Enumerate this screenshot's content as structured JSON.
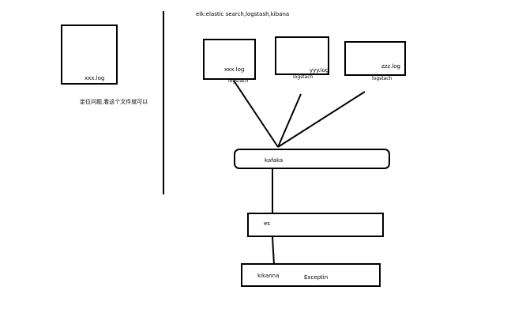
{
  "left_panel": {
    "file_label": "xxx.log",
    "note": "定位问题,看这个文件就可以"
  },
  "right_panel": {
    "title": "elk:elastic search,logstash,kibana",
    "sources": [
      {
        "file": "xxx.log",
        "agent": "logstach"
      },
      {
        "file": "yyy.log",
        "agent": "logstach"
      },
      {
        "file": "zzz.log",
        "agent": "logstach"
      }
    ],
    "queue_label": "kafaka",
    "store_label": "es",
    "viewer_label": "kikanna",
    "viewer_note": "Exceptin"
  }
}
